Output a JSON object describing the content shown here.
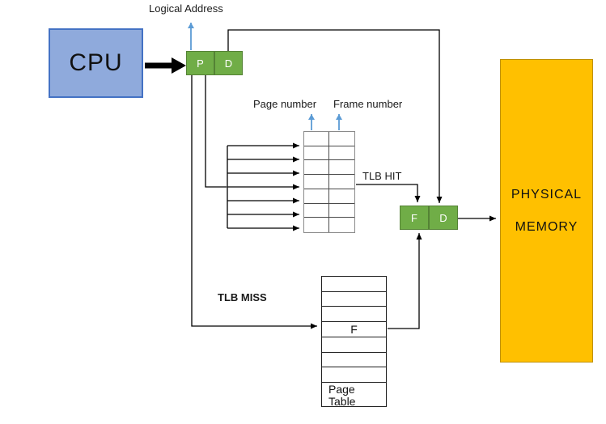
{
  "labels": {
    "logical_address": "Logical Address",
    "page_number": "Page number",
    "frame_number": "Frame number",
    "tlb_hit": "TLB HIT",
    "tlb_miss": "TLB MISS"
  },
  "cpu": {
    "label": "CPU"
  },
  "logical_address_register": {
    "page_field": "P",
    "offset_field": "D"
  },
  "frame_address_register": {
    "frame_field": "F",
    "offset_field": "D"
  },
  "tlb": {
    "rows": 7,
    "columns": 2
  },
  "page_table": {
    "rows": [
      "",
      "",
      "",
      "F",
      "",
      "",
      ""
    ],
    "caption_line1": "Page",
    "caption_line2": "Table"
  },
  "physical_memory": {
    "line1": "PHYSICAL",
    "line2": "MEMORY"
  },
  "colors": {
    "cpu_fill": "#8FAADC",
    "cpu_border": "#4472C4",
    "register_fill": "#70AD47",
    "register_border": "#548235",
    "memory_fill": "#FFC000",
    "memory_border": "#BF9000",
    "pointer_arrow_blue": "#5B9BD5",
    "wire_black": "#000000"
  }
}
